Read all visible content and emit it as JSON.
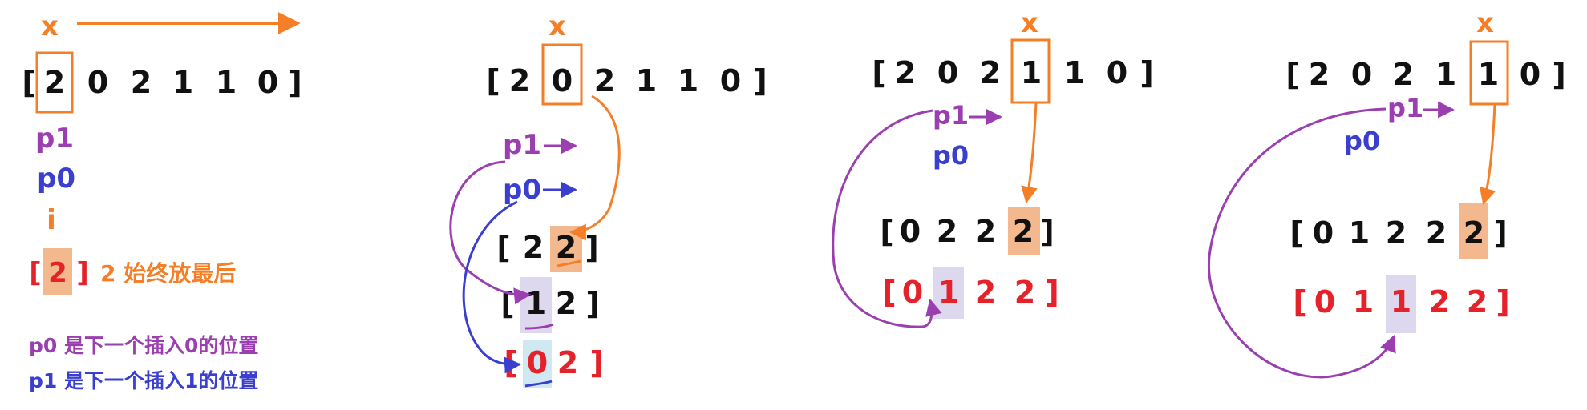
{
  "colors": {
    "black": "#111111",
    "orange": "#f57f26",
    "purple": "#9b3fb0",
    "blue": "#3a3fcf",
    "red": "#e5222a",
    "orange_fill": "#f4b88f",
    "lavender_fill": "#ddd8ee",
    "cyan_fill": "#cfe8f2"
  },
  "text": {
    "x": "x",
    "lb": "[",
    "rb": "]",
    "d0": "0",
    "d1": "1",
    "d2": "2",
    "p0": "p0",
    "p1": "p1",
    "i": "i",
    "note_2": "2 始终放最后",
    "legend_p0": "p0 是下一个插入0的位置",
    "legend_p1": "p1 是下一个插入1的位置"
  },
  "input_array": [
    "2",
    "0",
    "2",
    "1",
    "1",
    "0"
  ]
}
